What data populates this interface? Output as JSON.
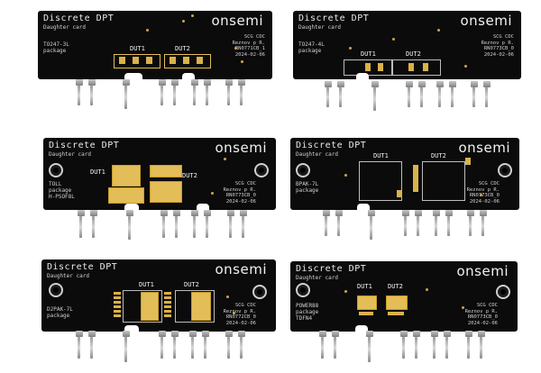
{
  "boards": [
    {
      "title": "Discrete DPT",
      "subtitle": "Daughter card",
      "package": "TO247-3L\npackage",
      "logo": "onsemi",
      "info": "SCG CDC\nReznov p R.\nRN0771CB_1\n2024-02-06",
      "dut1": "DUT1",
      "dut2": "DUT2"
    },
    {
      "title": "Discrete DPT",
      "subtitle": "Daughter card",
      "package": "TO247-4L\npackage",
      "logo": "onsemi",
      "info": "SCG CDC\nReznov p R.\nRN0773CB_0\n2024-02-06",
      "dut1": "DUT1",
      "dut2": "DUT2"
    },
    {
      "title": "Discrete DPT",
      "subtitle": "Daughter card",
      "package": "TOLL\npackage\nH-PSOF8L",
      "logo": "onsemi",
      "info": "SCG CDC\nReznov p R.\nRN0773CB_0\n2024-02-06",
      "dut1": "DUT1",
      "dut2": "DUT2"
    },
    {
      "title": "Discrete DPT",
      "subtitle": "Daughter card",
      "package": "BPAK-7L\npackage",
      "logo": "onsemi",
      "info": "SCG CDC\nReznov p R.\nRN0773CB_0\n2024-02-06",
      "dut1": "DUT1",
      "dut2": "DUT2"
    },
    {
      "title": "Discrete DPT",
      "subtitle": "Daughter card",
      "package": "D2PAK-7L\npackage",
      "logo": "onsemi",
      "info": "SCG CDC\nReznov p R.\nRN0772CB_0\n2024-02-06",
      "dut1": "DUT1",
      "dut2": "DUT2"
    },
    {
      "title": "Discrete DPT",
      "subtitle": "Daughter card",
      "package": "POWER88\npackage\nTDFN4",
      "logo": "onsemi",
      "info": "SCG CDC\nReznov p R.\nRN0773CB_0\n2024-02-06",
      "dut1": "DUT1",
      "dut2": "DUT2"
    }
  ],
  "colors": {
    "pcb": "#0b0b0c",
    "gold": "#d9b24a",
    "silkscreen": "#e9e9e9"
  }
}
